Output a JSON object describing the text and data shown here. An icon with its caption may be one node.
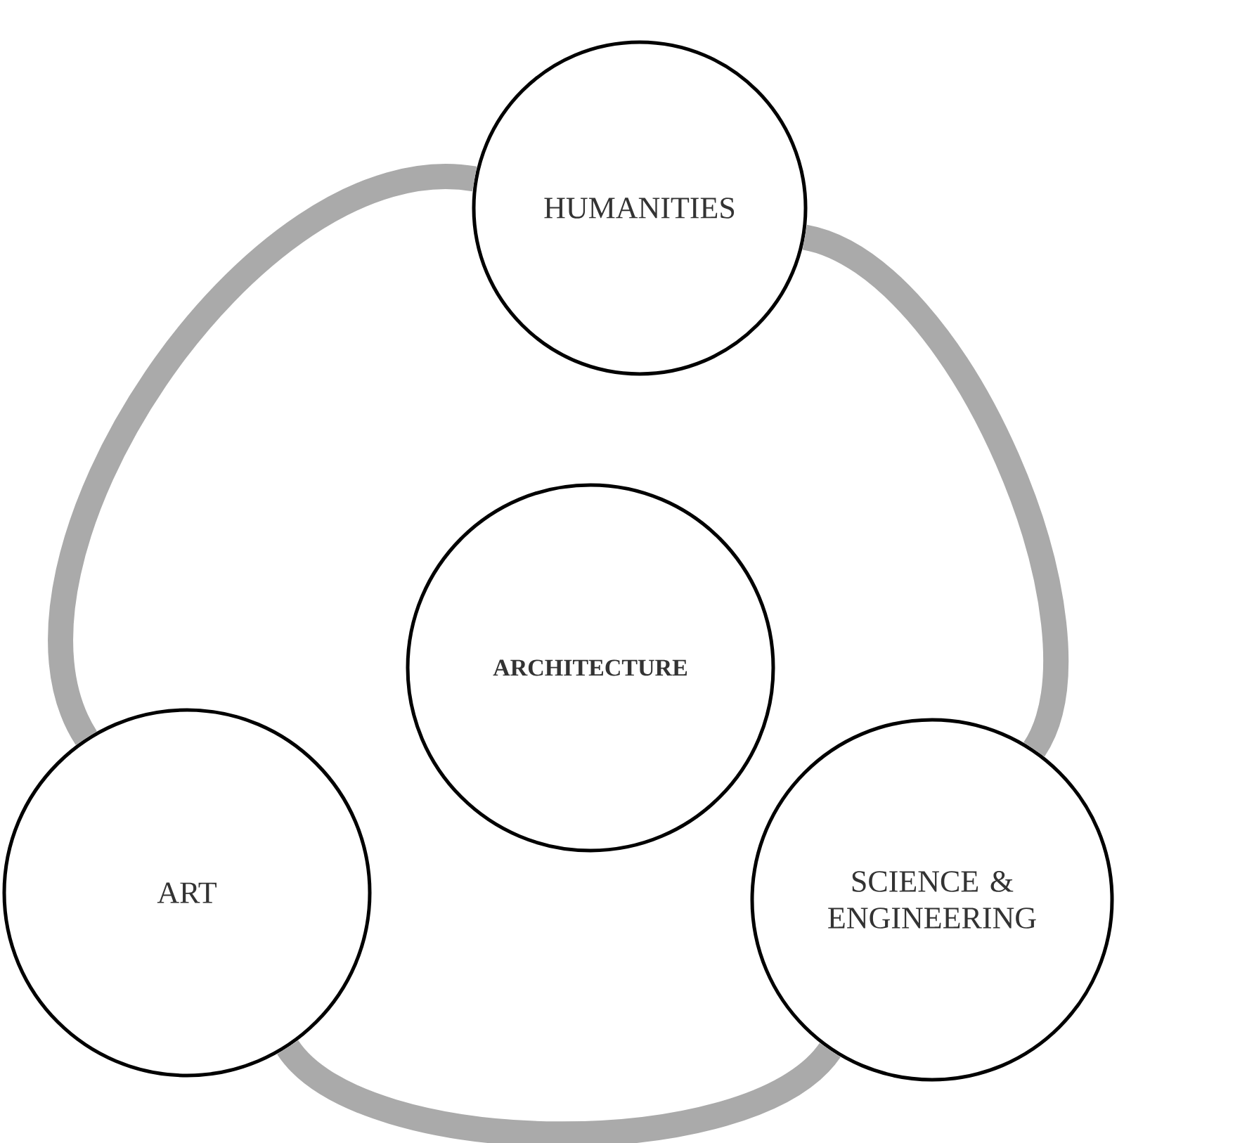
{
  "diagram": {
    "nodes": [
      {
        "text": [
          "HUMANITIES"
        ]
      },
      {
        "text": [
          "ARCHITECTURE"
        ]
      },
      {
        "text": [
          "ART"
        ]
      },
      {
        "text": [
          "SCIENCE & ENGINEERING"
        ]
      }
    ],
    "edges": [
      {
        "from": 0,
        "to": 3,
        "arrow": "none"
      },
      {
        "from": 3,
        "to": 2,
        "arrow": "none"
      },
      {
        "from": 2,
        "to": 0,
        "arrow": "none"
      }
    ]
  }
}
